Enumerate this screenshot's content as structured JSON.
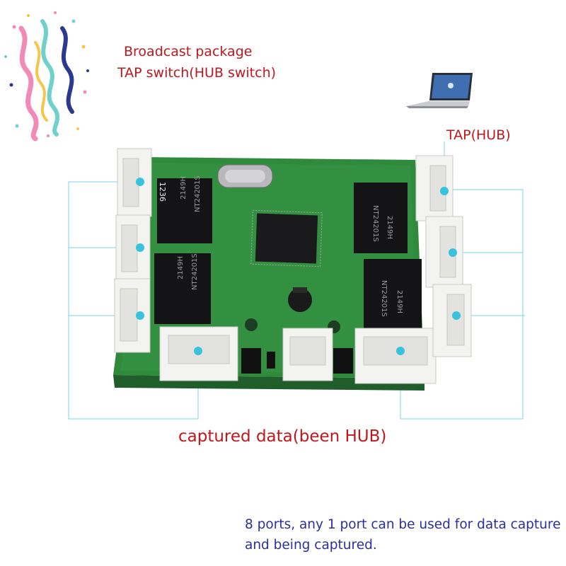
{
  "title": {
    "line1": "Broadcast package",
    "line2": "TAP switch(HUB switch)"
  },
  "tap_label": "TAP(HUB)",
  "captured_label": "captured data(been HUB)",
  "note": {
    "line1": "8 ports, any 1 port can be used for data capture",
    "line2": "and being captured."
  },
  "board": {
    "silkscreen_label": "1236",
    "transformer_labels": [
      "2149H",
      "NT24201S"
    ],
    "port_count": 8
  },
  "colors": {
    "label_red": "#c0171d",
    "note_blue": "#2b2f9a",
    "connector_line": "#7fd3e3",
    "connector_dot": "#37c3de",
    "pcb_green": "#2f8a3c",
    "port_white": "#f3f3f1"
  },
  "icons": [
    "confetti-decoration",
    "laptop-icon"
  ]
}
